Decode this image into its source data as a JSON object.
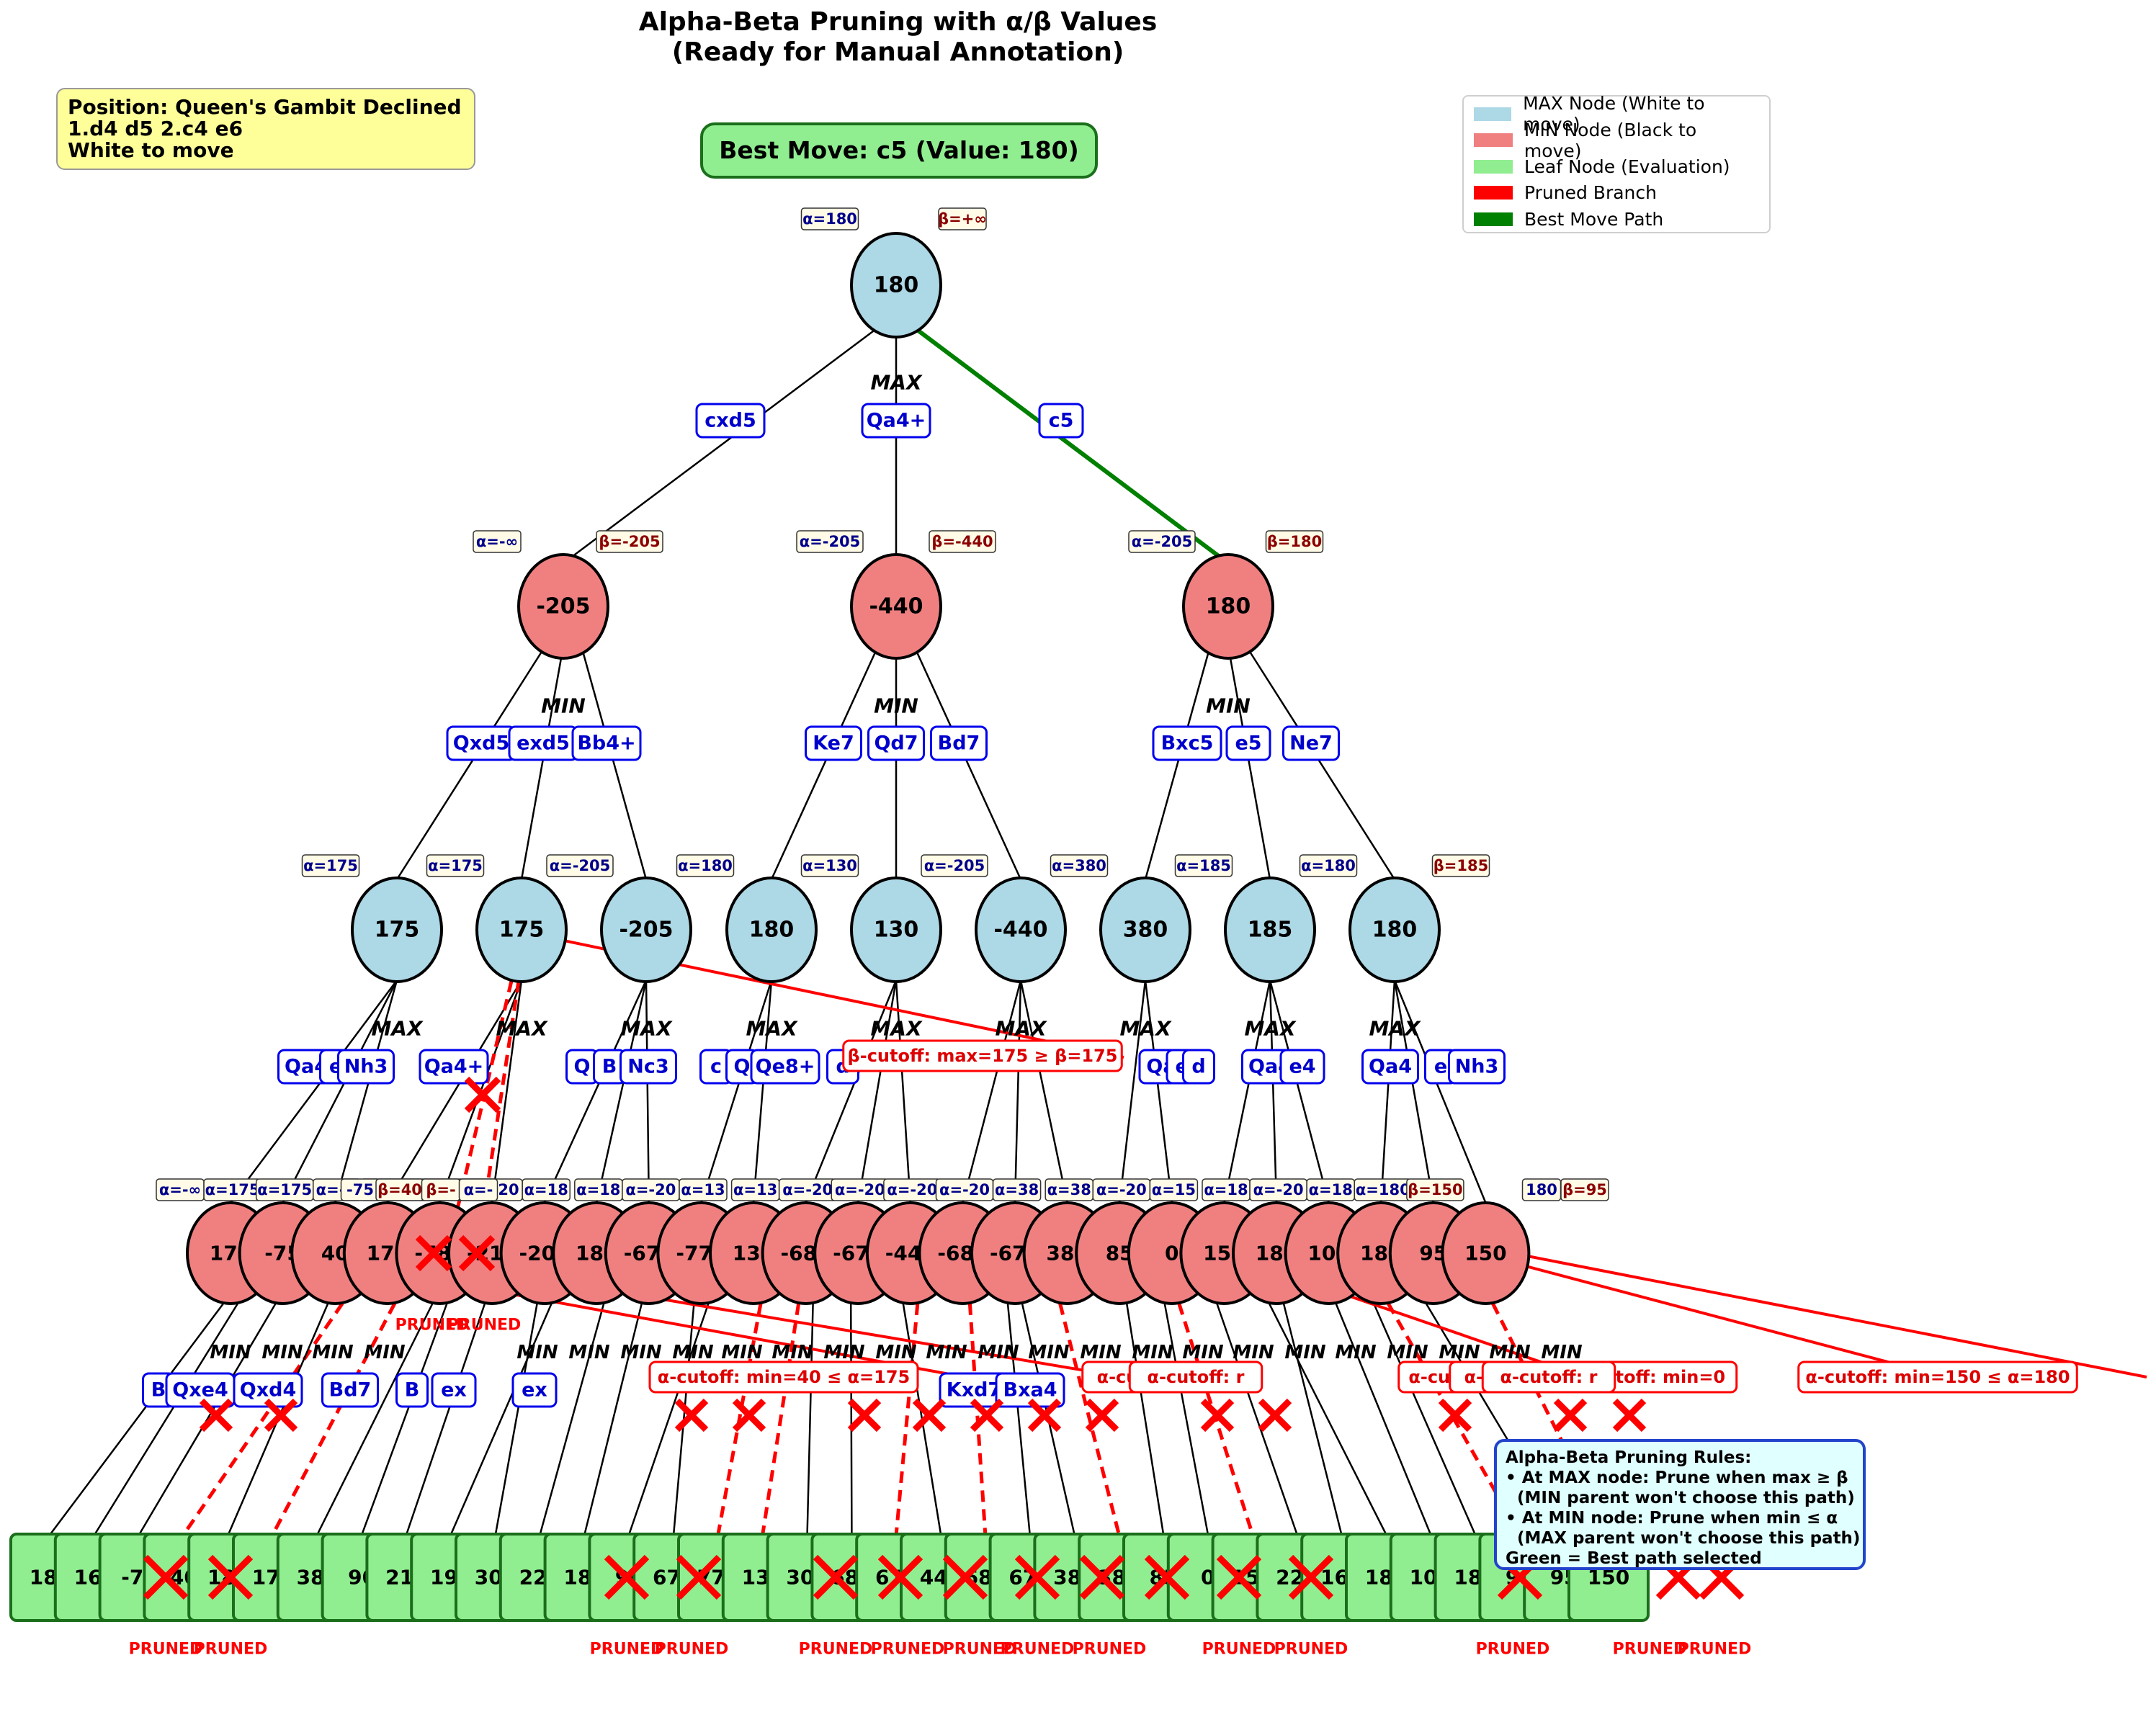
{
  "title": [
    "Alpha-Beta Pruning with α/β Values",
    "(Ready for Manual Annotation)"
  ],
  "position_box": [
    "Position: Queen's Gambit Declined",
    "1.d4 d5 2.c4 e6",
    "White to move"
  ],
  "best_move": "Best Move: c5 (Value: 180)",
  "legend": [
    {
      "label": "MAX Node (White to move)",
      "color": "#add8e6"
    },
    {
      "label": "MIN Node (Black to move)",
      "color": "#f08080"
    },
    {
      "label": "Leaf Node (Evaluation)",
      "color": "#90ee90"
    },
    {
      "label": "Pruned Branch",
      "color": "#ff0000"
    },
    {
      "label": "Best Move Path",
      "color": "#008000"
    }
  ],
  "rules": [
    "Alpha-Beta Pruning Rules:",
    "• At MAX node: Prune when max ≥ β",
    "  (MIN parent won't choose this path)",
    "• At MIN node: Prune when min ≤ α",
    "  (MAX parent won't choose this path)",
    "Green = Best path selected"
  ],
  "colors": {
    "max": "#add8e6",
    "min": "#f08080",
    "leaf": "#90ee90",
    "pruned": "#ff0000",
    "best": "#008000",
    "move_text": "#0000cc",
    "alpha_text": "#00008b",
    "beta_text": "#8b0000"
  },
  "layer_tags": {
    "root": "MAX",
    "depth1": "MIN",
    "depth2": "MAX",
    "depth3": "MIN"
  },
  "root": {
    "value": "180",
    "alpha": "α=180",
    "beta": "β=+∞"
  },
  "depth1": [
    {
      "move": "cxd5",
      "value": "-205",
      "alpha": "α=-∞",
      "beta": "β=-205"
    },
    {
      "move": "Qa4+",
      "value": "-440",
      "alpha": "α=-205",
      "beta": "β=-440"
    },
    {
      "move": "c5",
      "value": "180",
      "alpha": "α=-205",
      "beta": "β=180"
    }
  ],
  "depth2": [
    {
      "move": "Qxd5",
      "value": "175",
      "alpha": "α=175"
    },
    {
      "move": "exd5",
      "value": "175",
      "alpha": "α=175"
    },
    {
      "move": "Bb4+",
      "value": "-205",
      "alpha": "α=-205"
    },
    {
      "move": "Ke7",
      "value": "180",
      "alpha": "α=180"
    },
    {
      "move": "Qd7",
      "value": "130",
      "alpha": "α=130"
    },
    {
      "move": "Bd7",
      "value": "-440",
      "alpha": "α=-205"
    },
    {
      "move": "Bxc5",
      "value": "380",
      "alpha": "α=380"
    },
    {
      "move": "e5",
      "value": "185",
      "alpha": "α=185"
    },
    {
      "move": "Ne7",
      "value": "180",
      "alpha": "α=180",
      "beta": "β=185"
    }
  ],
  "depth2_moves": [
    "Qa4",
    "e",
    "Nh3",
    "Qa4+",
    "Q",
    "B",
    "Nc3",
    "c",
    "Q",
    "Qe8+",
    "d",
    "Qa",
    "e4",
    "d",
    "Qa4",
    "e4",
    "Qa4",
    "e",
    "Nh3"
  ],
  "depth3": [
    {
      "value": "175",
      "label": "α=-∞"
    },
    {
      "value": "-75",
      "label": "α=175"
    },
    {
      "value": "40",
      "label": "α=175"
    },
    {
      "value": "175",
      "label": "α=-∞"
    },
    {
      "value": "-780",
      "label": "α=-78"
    },
    {
      "value": "-215",
      "label": "α=-21"
    },
    {
      "value": "-205",
      "label": "α=-20"
    },
    {
      "value": "180",
      "label": "α=18"
    },
    {
      "value": "-670",
      "label": "α=18"
    },
    {
      "value": "-770",
      "label": "α=-20"
    },
    {
      "value": "130",
      "label": "α=13"
    },
    {
      "value": "-680",
      "label": "α=13"
    },
    {
      "value": "-670",
      "label": "α=-20"
    },
    {
      "value": "-440",
      "label": "α=-20"
    },
    {
      "value": "-680",
      "label": "α=-20"
    },
    {
      "value": "-670",
      "label": "α=-20"
    },
    {
      "value": "380",
      "label": "α=38"
    },
    {
      "value": "85",
      "label": "α=38"
    },
    {
      "value": "0",
      "label": "α=-20"
    },
    {
      "value": "155",
      "label": "α=15"
    },
    {
      "value": "185",
      "label": "α=18"
    },
    {
      "value": "100",
      "label": "α=-20"
    },
    {
      "value": "180",
      "label": "α=18"
    },
    {
      "value": "95",
      "label": "α=180"
    },
    {
      "value": "150",
      "label": "β=150"
    }
  ],
  "depth3_extra_tags": [
    "-75",
    "β=40",
    "β=-",
    "α=-",
    "180",
    "β=95"
  ],
  "depth3_moves": [
    "B",
    "Qxe4",
    "Qxd4",
    "Bd7",
    "B",
    "ex",
    "ex",
    "Kxd7",
    "Bxa4"
  ],
  "leaves": [
    "180",
    "160",
    "-75",
    "40",
    "180",
    "175",
    "380",
    "90",
    "215",
    "190",
    "305",
    "225",
    "180",
    "90",
    "670",
    "770",
    "130",
    "300",
    "680",
    "670",
    "440",
    "680",
    "670",
    "380",
    "380",
    "85",
    "0",
    "155",
    "225",
    "160",
    "180",
    "100",
    "180",
    "90",
    "95",
    "150"
  ],
  "cutoffs": [
    "β-cutoff: max=175 ≥ β=175",
    "α-cutoff: min=40 ≤ α=175",
    "α-cutoff: min=0",
    "α-cutoff: min=150 ≤ α=180",
    "α-cutoff:",
    "α-cutoff: r",
    "α-cut"
  ],
  "pruned_label": "PRUNED"
}
